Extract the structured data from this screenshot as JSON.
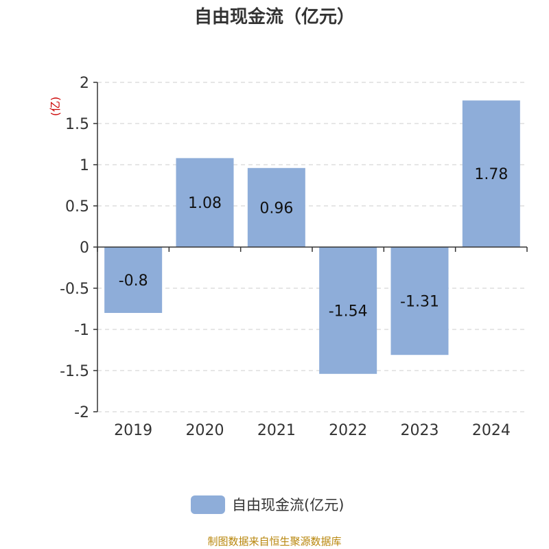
{
  "title": "自由现金流（亿元）",
  "source": "制图数据来自恒生聚源数据库",
  "chart_data": {
    "type": "bar",
    "categories": [
      "2019",
      "2020",
      "2021",
      "2022",
      "2023",
      "2024"
    ],
    "series": [
      {
        "name": "自由现金流(亿元)",
        "values": [
          -0.8,
          1.08,
          0.96,
          -1.54,
          -1.31,
          1.78
        ],
        "labels": [
          "-0.8",
          "1.08",
          "0.96",
          "-1.54",
          "-1.31",
          "1.78"
        ]
      }
    ],
    "ylabel": "(亿)",
    "ylim": [
      -2,
      2
    ],
    "yticks": [
      2,
      1.5,
      1,
      0.5,
      0,
      -0.5,
      -1,
      -1.5,
      -2
    ],
    "ytick_labels": [
      "2",
      "1.5",
      "1",
      "0.5",
      "0",
      "-0.5",
      "-1",
      "-1.5",
      "-2"
    ],
    "grid": true,
    "legend": "bottom-center",
    "colors": {
      "bar": "#8eadd9",
      "axis": "#333333",
      "grid": "#cccccc",
      "unit": "#cc0000"
    }
  }
}
